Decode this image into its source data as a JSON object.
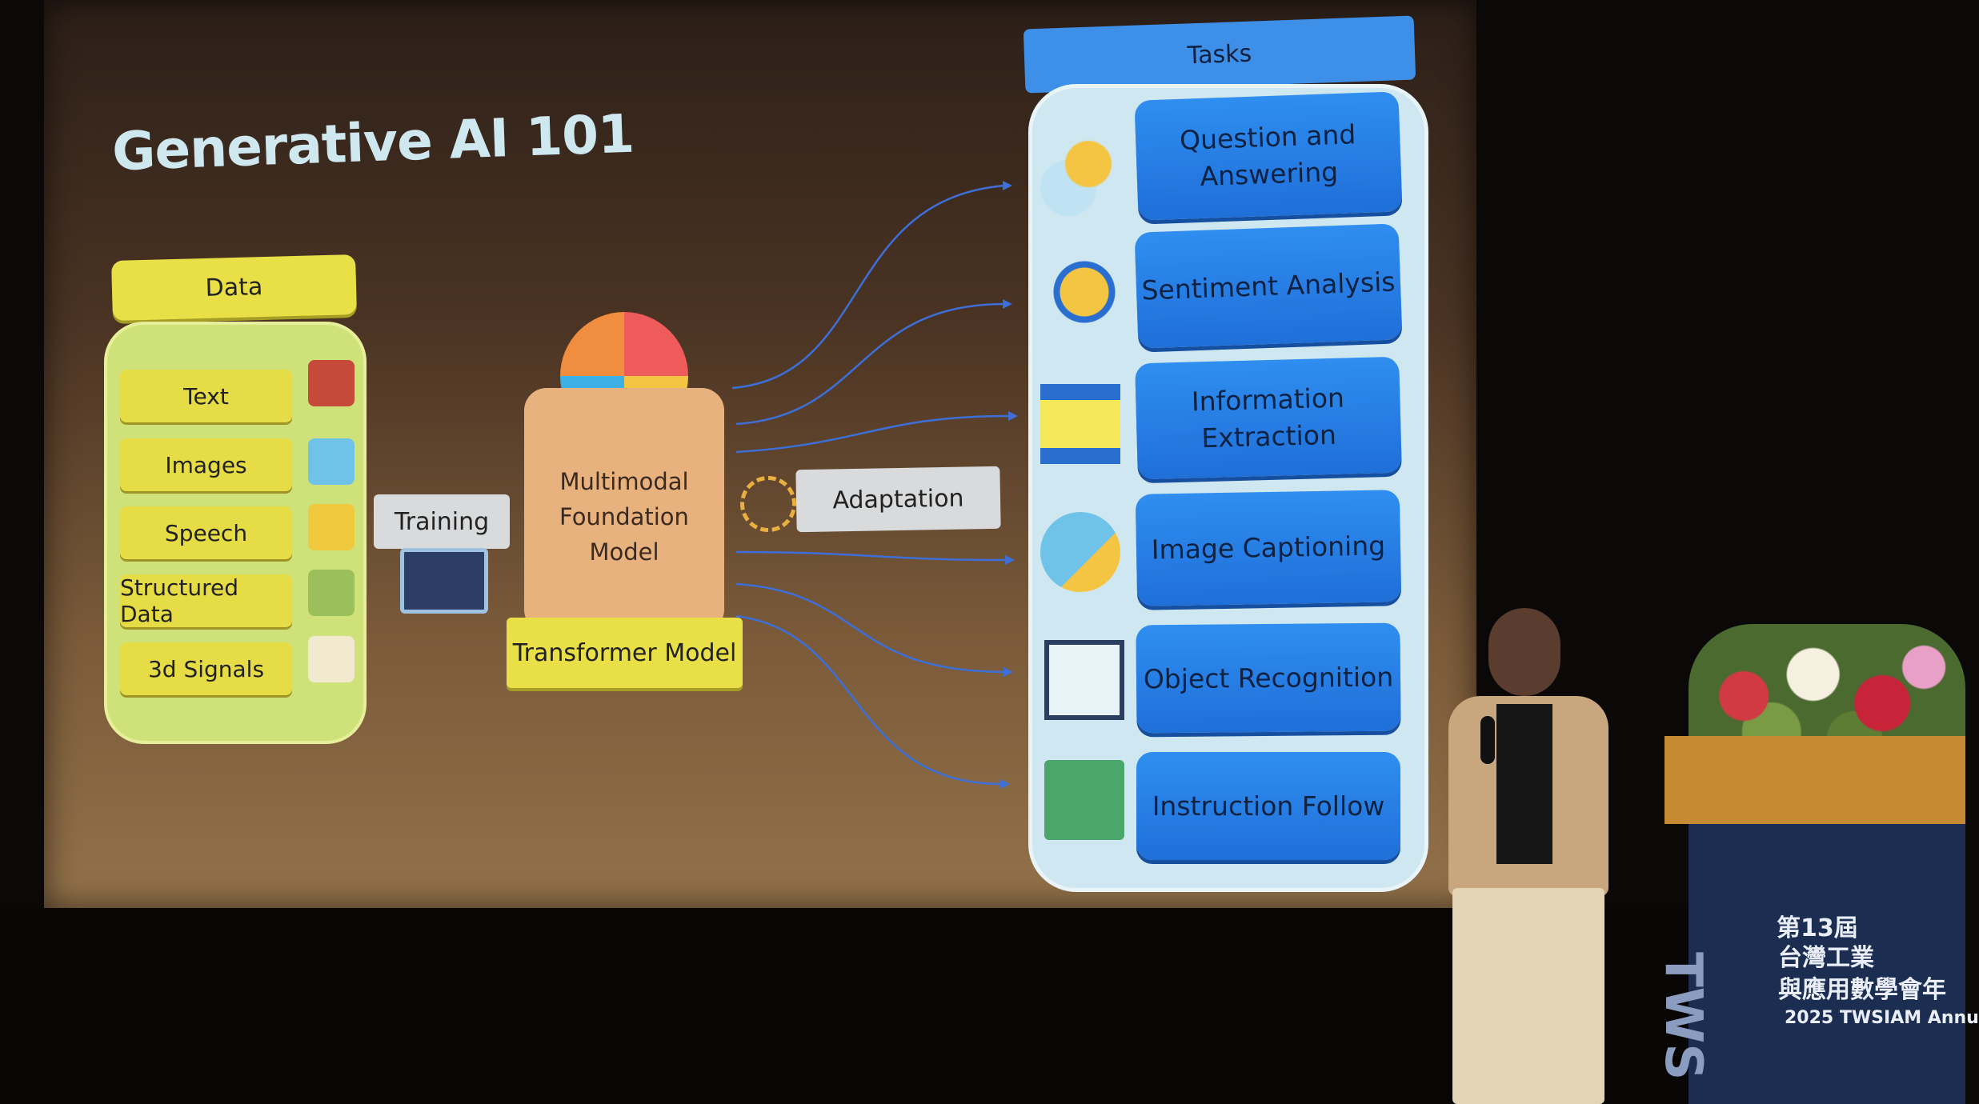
{
  "slide": {
    "title": "Generative AI 101",
    "data_header": "Data",
    "data_items": [
      "Text",
      "Images",
      "Speech",
      "Structured Data",
      "3d Signals"
    ],
    "training": "Training",
    "foundation_model": [
      "Multimodal",
      "Foundation",
      "Model"
    ],
    "transformer": "Transformer Model",
    "adaptation": "Adaptation",
    "tasks_header": "Tasks",
    "tasks": [
      "Question and Answering",
      "Sentiment Analysis",
      "Information Extraction",
      "Image Captioning",
      "Object Recognition",
      "Instruction Follow"
    ]
  },
  "podium": {
    "line1": "第13屆",
    "line2": "台灣工業",
    "line3": "與應用數學會年",
    "line4": "2025 TWSIAM Annu",
    "side": "TWS"
  },
  "colors": {
    "data_yellow": "#e9df46",
    "task_blue": "#2f8ef0",
    "panel_green": "#cfe27a",
    "panel_blue": "#cfe7f0"
  }
}
